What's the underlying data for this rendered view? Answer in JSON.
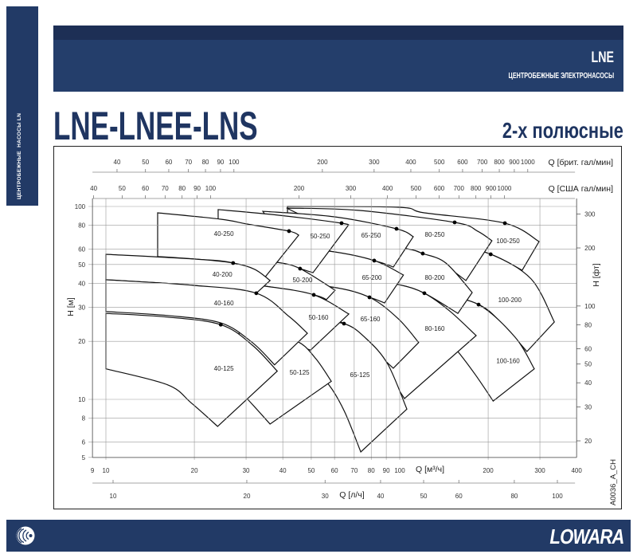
{
  "sidebar": {
    "text": "ЦЕНТРОБЕЖНЫЕ  НАСОСЫ LN"
  },
  "header": {
    "title": "LNE",
    "subtitle": "ЦЕНТРОБЕЖНЫЕ ЭЛЕКТРОНАСОСЫ"
  },
  "page": {
    "title": "LNE-LNEE-LNS",
    "subtitle": "2-х полюсные"
  },
  "footer": {
    "brand": "LOWARA",
    "logo_icon": "lowara-logo-icon"
  },
  "colors": {
    "brand": "#223a66",
    "title": "#1f3561",
    "curve": "#111111",
    "grid": "#9a9a9a"
  },
  "chart_data": {
    "type": "line",
    "chart_code": "A0036_A_CH",
    "log_x": true,
    "log_y": true,
    "grid": true,
    "x_axis": {
      "label": "Q [м³/ч]",
      "range": [
        9,
        400
      ],
      "ticks": [
        9,
        10,
        20,
        30,
        40,
        50,
        60,
        70,
        80,
        90,
        100,
        200,
        300,
        400
      ]
    },
    "y_axis": {
      "label": "H [м]",
      "range": [
        5,
        110
      ],
      "ticks": [
        5,
        6,
        8,
        10,
        20,
        30,
        40,
        50,
        60,
        80,
        100
      ]
    },
    "y2_axis": {
      "label": "H [фт]",
      "ticks": [
        20,
        30,
        40,
        50,
        60,
        80,
        100,
        200,
        300
      ]
    },
    "x_top_axes": [
      {
        "label": "Q [брит. гал/мин]",
        "ticks": [
          40,
          50,
          60,
          70,
          80,
          90,
          100,
          200,
          300,
          400,
          500,
          600,
          700,
          800,
          900,
          1000
        ]
      },
      {
        "label": "Q [США гал/мин]",
        "ticks": [
          40,
          50,
          60,
          70,
          80,
          90,
          100,
          200,
          300,
          400,
          500,
          600,
          700,
          800,
          900,
          1000
        ]
      }
    ],
    "x_bottom2_axis": {
      "label": "Q [л/ч]",
      "range": [
        9.1,
        109.5
      ],
      "ticks": [
        10,
        20,
        30,
        40,
        50,
        60,
        80,
        100
      ]
    },
    "pumps": [
      {
        "name": "100-250",
        "top": [
          [
            41.5,
            100
          ],
          [
            98.8,
            99.1
          ],
          [
            121.3,
            92.7
          ],
          [
            228,
            81.9
          ],
          [
            298,
            65.8
          ]
        ],
        "bottom": [
          [
            261,
            46.7
          ],
          [
            204,
            56.5
          ],
          [
            143.6,
            64.6
          ],
          [
            98.8,
            68
          ],
          [
            41.5,
            72
          ]
        ],
        "bep": [
          228,
          81.9
        ],
        "label_at": [
          233.7,
          66.4
        ]
      },
      {
        "name": "100-200",
        "top": [
          [
            143.6,
            64.6
          ],
          [
            204,
            56.5
          ],
          [
            280,
            42.1
          ],
          [
            336,
            25.2
          ]
        ],
        "bottom": [
          [
            271,
            17.7
          ],
          [
            222,
            24.9
          ],
          [
            185.5,
            31.0
          ],
          [
            135,
            34.8
          ]
        ],
        "bep": [
          204,
          56.5
        ],
        "label_at": [
          237,
          32.9
        ]
      },
      {
        "name": "100-160",
        "top": [
          [
            135,
            34.8
          ],
          [
            185.5,
            31.0
          ],
          [
            247,
            21.0
          ],
          [
            287,
            14.4
          ]
        ],
        "bottom": [
          [
            208,
            9.8
          ],
          [
            181,
            13.4
          ],
          [
            157.7,
            17.7
          ],
          [
            143.6,
            20.6
          ]
        ],
        "bep": [
          185.5,
          31.0
        ],
        "label_at": [
          233.7,
          15.9
        ]
      },
      {
        "name": "80-250",
        "top": [
          [
            41.2,
            98.1
          ],
          [
            72.3,
            95.4
          ],
          [
            153.8,
            82.7
          ],
          [
            184,
            74.5
          ],
          [
            206,
            66.4
          ]
        ],
        "bottom": [
          [
            168,
            41.3
          ],
          [
            139,
            50.9
          ],
          [
            119.8,
            57.0
          ],
          [
            105.1,
            60.4
          ],
          [
            72.3,
            64.6
          ]
        ],
        "bep": [
          153.8,
          82.7
        ],
        "label_at": [
          131.6,
          71.7
        ]
      },
      {
        "name": "80-200",
        "top": [
          [
            72.3,
            64.6
          ],
          [
            105.1,
            60.4
          ],
          [
            119.8,
            57.0
          ],
          [
            143.6,
            50.9
          ],
          [
            176.5,
            35.8
          ]
        ],
        "bottom": [
          [
            157.7,
            27.9
          ],
          [
            121.3,
            35.5
          ],
          [
            98.8,
            39.4
          ],
          [
            72.3,
            42.1
          ]
        ],
        "bep": [
          119.8,
          57.0
        ],
        "label_at": [
          131.6,
          42.9
        ]
      },
      {
        "name": "80-160",
        "top": [
          [
            72.3,
            42.1
          ],
          [
            98.8,
            39.4
          ],
          [
            121.3,
            35.5
          ],
          [
            148,
            28.7
          ],
          [
            182,
            21.4
          ]
        ],
        "bottom": [
          [
            103.8,
            10.1
          ],
          [
            95.7,
            12.2
          ],
          [
            81.9,
            17.9
          ],
          [
            72.3,
            21.6
          ]
        ],
        "bep": [
          121.3,
          35.5
        ],
        "label_at": [
          131.6,
          23.3
        ]
      },
      {
        "name": "65-250",
        "top": [
          [
            34.2,
            94.4
          ],
          [
            60.0,
            88.4
          ],
          [
            97.5,
            76.6
          ],
          [
            111.2,
            69.7
          ]
        ],
        "bottom": [
          [
            95.1,
            48.5
          ],
          [
            81.9,
            52.4
          ],
          [
            57.4,
            58.7
          ],
          [
            41.2,
            61.5
          ]
        ],
        "bep": [
          97.5,
          76.6
        ],
        "label_at": [
          79.9,
          71.0
        ]
      },
      {
        "name": "65-200",
        "top": [
          [
            41.2,
            60.4
          ],
          [
            57.4,
            58.7
          ],
          [
            81.9,
            52.4
          ],
          [
            103,
            44.1
          ]
        ],
        "bottom": [
          [
            88.8,
            31.6
          ],
          [
            78.9,
            33.8
          ],
          [
            58.8,
            38.2
          ],
          [
            41.2,
            39.0
          ]
        ],
        "bep": [
          81.9,
          52.4
        ],
        "label_at": [
          80.4,
          42.9
        ]
      },
      {
        "name": "65-160",
        "top": [
          [
            41.2,
            39.0
          ],
          [
            58.8,
            38.2
          ],
          [
            78.9,
            33.8
          ],
          [
            98.8,
            26.2
          ],
          [
            116,
            19.7
          ]
        ],
        "bottom": [
          [
            95.1,
            14.5
          ],
          [
            81.9,
            17.9
          ],
          [
            64.6,
            24.7
          ],
          [
            52.9,
            26.7
          ]
        ],
        "bep": [
          78.9,
          33.8
        ],
        "label_at": [
          79.4,
          26.2
        ]
      },
      {
        "name": "65-125",
        "top": [
          [
            46.7,
            26.2
          ],
          [
            64.6,
            24.7
          ],
          [
            77.0,
            20.6
          ],
          [
            91.1,
            15.2
          ],
          [
            105.8,
            8.9
          ]
        ],
        "bottom": [
          [
            73.7,
            5.34
          ],
          [
            65.0,
            8.59
          ],
          [
            57.4,
            11.9
          ],
          [
            49.7,
            14.5
          ],
          [
            46.7,
            15.5
          ]
        ],
        "bep": [
          64.6,
          24.7
        ],
        "label_at": [
          73.2,
          13.4
        ]
      },
      {
        "name": "50-250",
        "top": [
          [
            24.1,
            96.3
          ],
          [
            38.7,
            90.1
          ],
          [
            63.4,
            81.9
          ],
          [
            66.7,
            79.6
          ]
        ],
        "bottom": [
          [
            50.7,
            45.4
          ],
          [
            38.0,
            51.4
          ],
          [
            28.4,
            54.4
          ],
          [
            24.1,
            55.4
          ]
        ],
        "bep": [
          63.4,
          81.9
        ],
        "label_at": [
          53.6,
          70.3
        ]
      },
      {
        "name": "50-200",
        "top": [
          [
            28.4,
            53.4
          ],
          [
            38.0,
            51.4
          ],
          [
            45.8,
            47.6
          ],
          [
            60.3,
            36.8
          ]
        ],
        "bottom": [
          [
            56.3,
            32.9
          ],
          [
            51.0,
            34.8
          ],
          [
            34.8,
            38.6
          ],
          [
            28.4,
            39.4
          ]
        ],
        "bep": [
          45.8,
          47.6
        ],
        "label_at": [
          46.7,
          41.7
        ]
      },
      {
        "name": "50-160",
        "top": [
          [
            28.4,
            39.4
          ],
          [
            34.8,
            38.6
          ],
          [
            51.0,
            34.8
          ],
          [
            67.1,
            27.7
          ]
        ],
        "bottom": [
          [
            49.7,
            18.0
          ],
          [
            38.7,
            20.6
          ],
          [
            28.4,
            22.7
          ]
        ],
        "bep": [
          51.0,
          34.8
        ],
        "label_at": [
          52.9,
          26.7
        ]
      },
      {
        "name": "50-125",
        "top": [
          [
            28.4,
            23.1
          ],
          [
            36.4,
            21.6
          ],
          [
            45.3,
            19.8
          ],
          [
            51.9,
            16.2
          ],
          [
            58.5,
            12.4
          ]
        ],
        "bottom": [
          [
            36.2,
            7.45
          ],
          [
            30.2,
            10.1
          ],
          [
            28.4,
            10.9
          ]
        ],
        "bep": null,
        "label_at": [
          45.6,
          13.8
        ]
      },
      {
        "name": "40-250",
        "top": [
          [
            15.0,
            92.7
          ],
          [
            24.6,
            85.9
          ],
          [
            30.2,
            81.1
          ],
          [
            42.0,
            74.5
          ],
          [
            45.3,
            71.0
          ]
        ],
        "bottom": [
          [
            34.6,
            42.5
          ],
          [
            27.1,
            50.9
          ],
          [
            19.9,
            53.4
          ],
          [
            15.0,
            55.0
          ]
        ],
        "bep": [
          42.0,
          74.5
        ],
        "label_at": [
          25.2,
          72.4
        ]
      },
      {
        "name": "40-200",
        "top": [
          [
            10,
            56.5
          ],
          [
            19.9,
            53.4
          ],
          [
            27.1,
            50.9
          ],
          [
            32.1,
            47.2
          ],
          [
            36.2,
            41.3
          ]
        ],
        "bottom": [
          [
            32.5,
            35.5
          ],
          [
            19.9,
            39.0
          ],
          [
            10,
            41.7
          ]
        ],
        "bep": [
          27.1,
          50.9
        ],
        "label_at": [
          24.9,
          44.6
        ]
      },
      {
        "name": "40-160",
        "top": [
          [
            10,
            41.7
          ],
          [
            19.9,
            39.0
          ],
          [
            32.5,
            35.5
          ],
          [
            42.0,
            26.9
          ],
          [
            48.5,
            22.0
          ]
        ],
        "bottom": [
          [
            37.5,
            15.1
          ],
          [
            31.5,
            19.7
          ],
          [
            24.6,
            24.9
          ],
          [
            16.2,
            27.2
          ],
          [
            10,
            28.5
          ]
        ],
        "bep": [
          32.5,
          35.5
        ],
        "label_at": [
          25.2,
          31.6
        ]
      },
      {
        "name": "40-125",
        "top": [
          [
            10,
            27.9
          ],
          [
            16.2,
            26.7
          ],
          [
            24.6,
            24.4
          ],
          [
            31.5,
            19.1
          ],
          [
            38.3,
            14.0
          ]
        ],
        "bottom": [
          [
            24.0,
            7.24
          ],
          [
            19.5,
            9.6
          ],
          [
            16.2,
            11.9
          ],
          [
            10,
            14.4
          ]
        ],
        "bep": [
          24.6,
          24.4
        ],
        "label_at": [
          25.2,
          14.5
        ]
      }
    ]
  }
}
